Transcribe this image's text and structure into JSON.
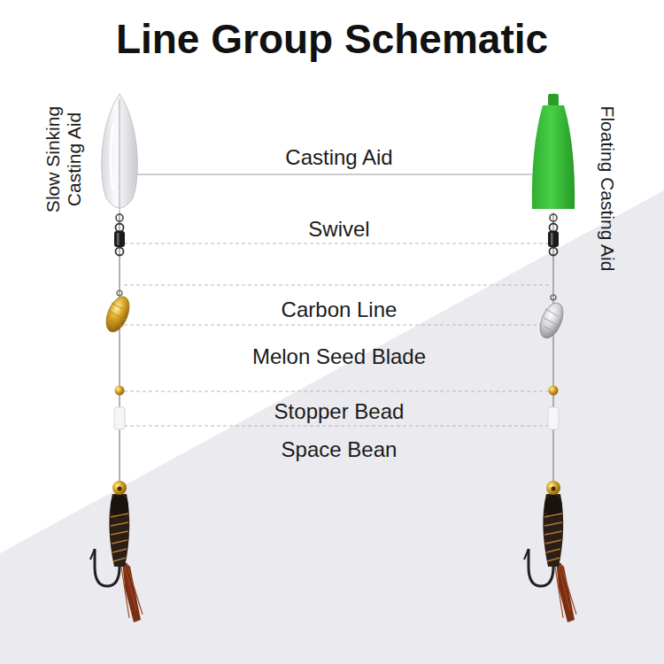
{
  "diagram": {
    "title": "Line Group Schematic",
    "labels": [
      "Slow Sinking Casting Aid",
      "Casting Aid",
      "Floating Casting Aid",
      "Swivel",
      "Carbon Line",
      "Melon Seed Blade",
      "Stopper Bead",
      "Space Bean"
    ]
  }
}
